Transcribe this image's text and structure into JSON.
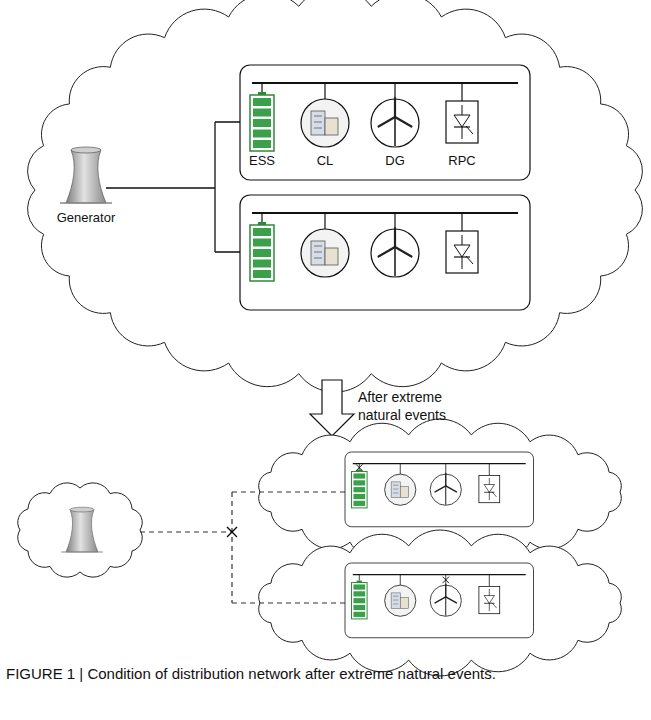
{
  "diagram": {
    "caption": "FIGURE 1 | Condition of distribution network after extreme natural events.",
    "nodes": [
      {
        "text": [
          "Generator"
        ]
      },
      {
        "text": [
          "ESS"
        ]
      },
      {
        "text": [
          "CL"
        ]
      },
      {
        "text": [
          "DG"
        ]
      },
      {
        "text": [
          "RPC"
        ]
      }
    ],
    "labels": [
      "After extreme natural events"
    ]
  }
}
